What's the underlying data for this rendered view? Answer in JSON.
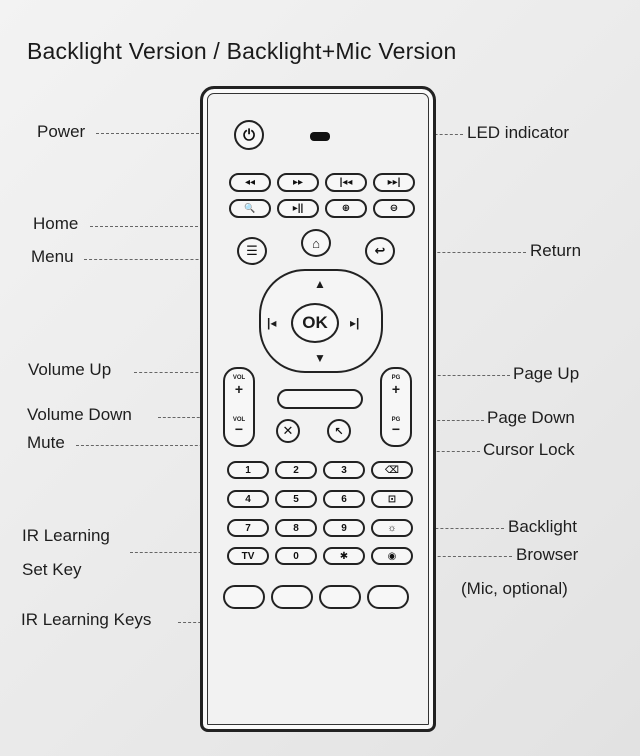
{
  "title": "Backlight Version / Backlight+Mic Version",
  "labels": {
    "power": "Power",
    "led": "LED indicator",
    "home": "Home",
    "menu": "Menu",
    "return": "Return",
    "vol_up": "Volume Up",
    "vol_down": "Volume Down",
    "mute": "Mute",
    "page_up": "Page Up",
    "page_down": "Page Down",
    "cursor_lock": "Cursor Lock",
    "backlight": "Backlight",
    "browser": "Browser",
    "mic_note": "(Mic, optional)",
    "ir_learning_set_1": "IR Learning",
    "ir_learning_set_2": "Set Key",
    "ir_learning_keys": "IR Learning Keys"
  },
  "remote": {
    "ok": "OK",
    "media_row_1": [
      "◂◂",
      "▸▸",
      "|◂◂",
      "▸▸|"
    ],
    "media_row_2": [
      "🔍",
      "▸||",
      "⊕",
      "⊖"
    ],
    "vol_label": "VOL",
    "pg_label": "PG",
    "digits": [
      "1",
      "2",
      "3",
      "4",
      "5",
      "6",
      "7",
      "8",
      "9",
      "TV",
      "0"
    ]
  }
}
